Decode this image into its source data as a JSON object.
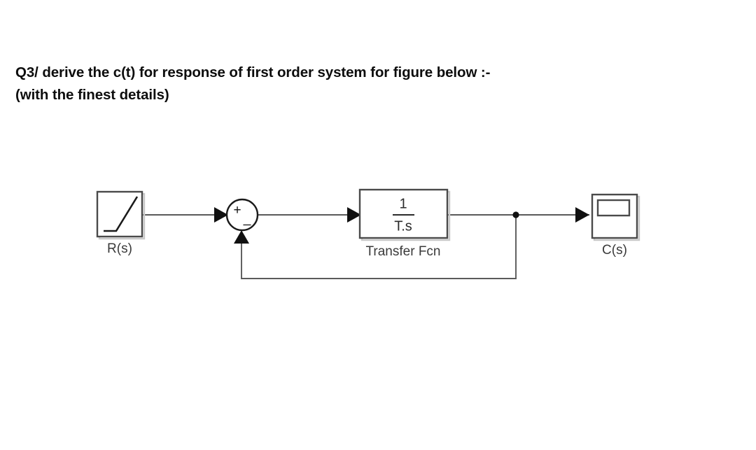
{
  "page": {
    "background_color": "#ffffff",
    "text_color": "#0d0d0d"
  },
  "question": {
    "line1": "Q3/ derive the c(t) for response of first order system for figure below :-",
    "line2": "(with the finest details)"
  },
  "diagram": {
    "type": "control-system-block-diagram",
    "blocks": {
      "ramp_source": {
        "label": "R(s)",
        "icon": "ramp-icon"
      },
      "sum_junction": {
        "plus_sign": "+",
        "minus_sign": "_",
        "icon": "summing-junction-icon"
      },
      "transfer_function": {
        "numerator": "1",
        "denominator": "T.s",
        "label": "Transfer Fcn"
      },
      "scope": {
        "label": "C(s)",
        "icon": "scope-icon"
      }
    },
    "signals": {
      "input_wire": "R(s) to summing junction",
      "error_wire": "summing junction to Transfer Fcn",
      "output_wire": "Transfer Fcn to Scope",
      "feedback_wire": "output branch back to summing junction (negative)"
    },
    "colors": {
      "block_edge": "#4a4a4a",
      "block_face": "#ffffff",
      "wire": "#5a5a5a",
      "arrow": "#101010",
      "label_text": "#3a3a3a"
    }
  }
}
